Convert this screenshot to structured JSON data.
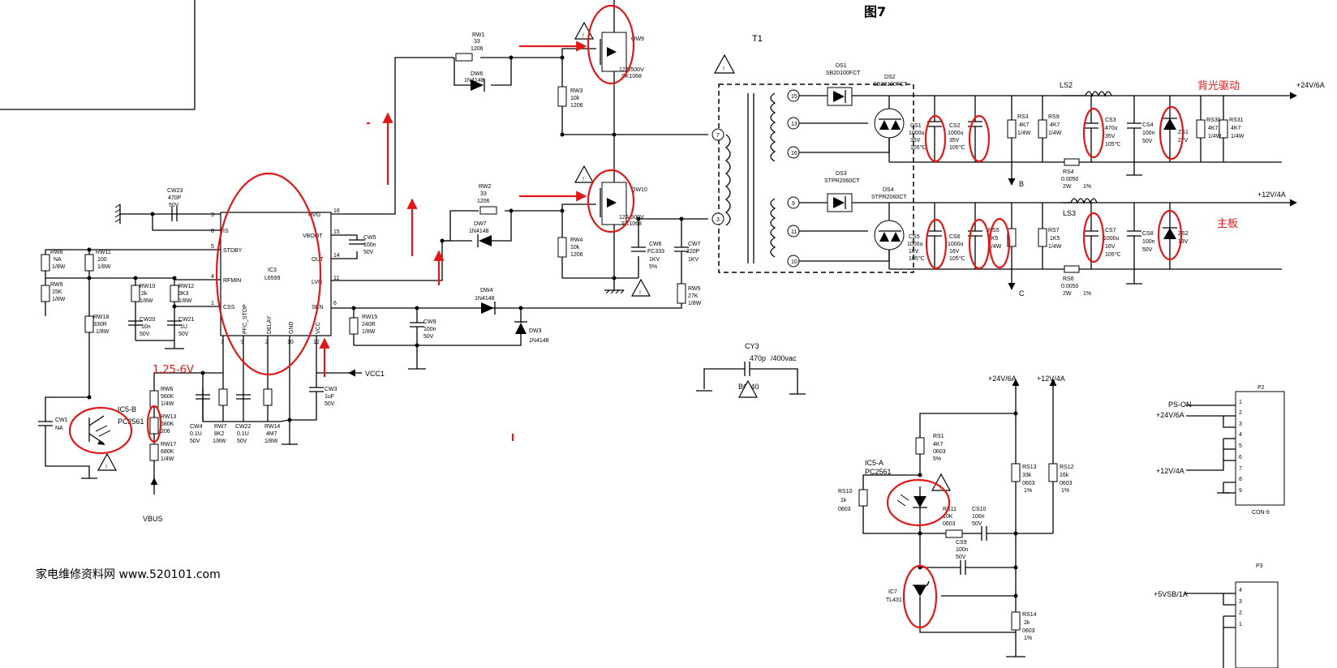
{
  "figure_title": "图7",
  "watermark": "家电维修资料网  www.520101.com",
  "annotations": {
    "backlight_label": "背光驱动",
    "mainboard_label": "主板",
    "voltage_note": "1.25-6V"
  },
  "transformer": {
    "ref": "T1"
  },
  "ic_main": {
    "ref": "IC3",
    "part": "L6599"
  },
  "ic_main_pins": [
    {
      "num": "3",
      "name": ""
    },
    {
      "num": "8",
      "name": "IS"
    },
    {
      "num": "5",
      "name": "STDBY"
    },
    {
      "num": "4",
      "name": "RFMIN"
    },
    {
      "num": "1",
      "name": "CSS"
    },
    {
      "num": "16",
      "name": "HVG"
    },
    {
      "num": "15",
      "name": "VBOOT"
    },
    {
      "num": "14",
      "name": "OUT"
    },
    {
      "num": "11",
      "name": "LVG"
    },
    {
      "num": "6",
      "name": "SEN"
    },
    {
      "num": "7",
      "name": ""
    },
    {
      "num": "9",
      "name": "PFC_STOP"
    },
    {
      "num": "2",
      "name": "DELAY"
    },
    {
      "num": "10",
      "name": "GND"
    },
    {
      "num": "12",
      "name": "VCC"
    }
  ],
  "mosfets": [
    {
      "ref": "QW9",
      "spec": "12A/500V",
      "part": "SK1068"
    },
    {
      "ref": "QW10",
      "spec": "12A/500V",
      "part": "SK1068"
    }
  ],
  "components": [
    {
      "ref": "RW1",
      "values": [
        "33",
        "1206"
      ]
    },
    {
      "ref": "DW6",
      "values": [
        "1N4148"
      ]
    },
    {
      "ref": "RW3",
      "values": [
        "10k",
        "1206"
      ]
    },
    {
      "ref": "RW2",
      "values": [
        "33",
        "1206"
      ]
    },
    {
      "ref": "DW7",
      "values": [
        "1N4148"
      ]
    },
    {
      "ref": "RW4",
      "values": [
        "10k",
        "1206"
      ]
    },
    {
      "ref": "CW6",
      "values": [
        "FC333",
        "1KV",
        "5%"
      ]
    },
    {
      "ref": "CW7",
      "values": [
        "220P",
        "1KV"
      ]
    },
    {
      "ref": "RW5",
      "values": [
        "27K",
        "1/8W"
      ]
    },
    {
      "ref": "CW23",
      "values": [
        "470P",
        "50V"
      ]
    },
    {
      "ref": "CW5",
      "values": [
        "100n",
        "50V"
      ]
    },
    {
      "ref": "RW8",
      "values": [
        "NA",
        "1/8W"
      ]
    },
    {
      "ref": "RW11",
      "values": [
        "100",
        "1/8W"
      ]
    },
    {
      "ref": "RW9",
      "values": [
        "15K",
        "1/8W"
      ]
    },
    {
      "ref": "RW10",
      "values": [
        "2k",
        "1/8W"
      ]
    },
    {
      "ref": "RW12",
      "values": [
        "3K3",
        "1/8W"
      ]
    },
    {
      "ref": "RW18",
      "values": [
        "330R",
        "1/8W"
      ]
    },
    {
      "ref": "CW20",
      "values": [
        "10n",
        "50V"
      ]
    },
    {
      "ref": "CW21",
      "values": [
        "1U",
        "50V"
      ]
    },
    {
      "ref": "DW4",
      "values": [
        "1N4148"
      ]
    },
    {
      "ref": "DW3",
      "values": [
        "1N4148"
      ]
    },
    {
      "ref": "RW15",
      "values": [
        "240R",
        "1/8W"
      ]
    },
    {
      "ref": "CW9",
      "values": [
        "100n",
        "50V"
      ]
    },
    {
      "ref": "CW3",
      "values": [
        "1uF",
        "50V"
      ]
    },
    {
      "ref": "CW4",
      "values": [
        "0.1U",
        "50V"
      ]
    },
    {
      "ref": "RW7",
      "values": [
        "8K2",
        "1/8W"
      ]
    },
    {
      "ref": "CW22",
      "values": [
        "0.1U",
        "50V"
      ]
    },
    {
      "ref": "RW14",
      "values": [
        "4M7",
        "1/8W"
      ]
    },
    {
      "ref": "RW6",
      "values": [
        "560K",
        "1/4W"
      ]
    },
    {
      "ref": "RW13",
      "values": [
        "680K",
        "206"
      ]
    },
    {
      "ref": "RW17",
      "values": [
        "680K",
        "1/4W"
      ]
    },
    {
      "ref": "CW1",
      "values": [
        "NA"
      ]
    },
    {
      "ref": "DS1",
      "values": [
        "SB20100FCT"
      ]
    },
    {
      "ref": "DS2",
      "values": [
        "SB20100FCT"
      ]
    },
    {
      "ref": "DS3",
      "values": [
        "STPR2060CT"
      ]
    },
    {
      "ref": "DS4",
      "values": [
        "STPR2060CT"
      ]
    },
    {
      "ref": "CS1",
      "values": [
        "1000u",
        "35V",
        "105℃"
      ]
    },
    {
      "ref": "CS2",
      "values": [
        "1000u",
        "35V",
        "105℃"
      ]
    },
    {
      "ref": "RS3",
      "values": [
        "4K7",
        "1/4W"
      ]
    },
    {
      "ref": "RS9",
      "values": [
        "4K7",
        "1/4W"
      ]
    },
    {
      "ref": "CS3",
      "values": [
        "470u",
        "35V",
        "105℃"
      ]
    },
    {
      "ref": "CS4",
      "values": [
        "100n",
        "50V"
      ]
    },
    {
      "ref": "ZS1",
      "values": [
        "27V"
      ]
    },
    {
      "ref": "RS30",
      "values": [
        "4K7",
        "1/4W"
      ]
    },
    {
      "ref": "RS31",
      "values": [
        "4K7",
        "1/4W"
      ]
    },
    {
      "ref": "RS4",
      "values": [
        "0.0050",
        "2W",
        "1%"
      ]
    },
    {
      "ref": "LS2",
      "values": []
    },
    {
      "ref": "CS5",
      "values": [
        "1000u",
        "16V",
        "105℃"
      ]
    },
    {
      "ref": "CS6",
      "values": [
        "1000u",
        "16V",
        "105℃"
      ]
    },
    {
      "ref": "RS5",
      "values": [
        "1K5",
        "1/4W"
      ]
    },
    {
      "ref": "RS7",
      "values": [
        "1K5",
        "1/4W"
      ]
    },
    {
      "ref": "CS7",
      "values": [
        "1000u",
        "16V",
        "105℃"
      ]
    },
    {
      "ref": "CS8",
      "values": [
        "100n",
        "50V"
      ]
    },
    {
      "ref": "ZS2",
      "values": [
        "13V"
      ]
    },
    {
      "ref": "RS6",
      "values": [
        "0.0050",
        "2W",
        "1%"
      ]
    },
    {
      "ref": "LS3",
      "values": []
    },
    {
      "ref": "CY3",
      "values": [
        "470p",
        "/400vac"
      ]
    },
    {
      "ref": "RS1",
      "values": [
        "4K7",
        "0603",
        "5%"
      ]
    },
    {
      "ref": "RS10",
      "values": [
        "1k",
        "0603"
      ]
    },
    {
      "ref": "RS11",
      "values": [
        "10K",
        "0603"
      ]
    },
    {
      "ref": "CS10",
      "values": [
        "100n",
        "50V"
      ]
    },
    {
      "ref": "CS9",
      "values": [
        "100n",
        "50V"
      ]
    },
    {
      "ref": "RS13",
      "values": [
        "33k",
        "0603",
        "1%"
      ]
    },
    {
      "ref": "RS12",
      "values": [
        "16k",
        "0603",
        "1%"
      ]
    },
    {
      "ref": "RS14",
      "values": [
        "2k",
        "0603",
        "1%"
      ]
    },
    {
      "ref": "IC7",
      "values": [
        "TL431"
      ]
    },
    {
      "ref": "IC5-A",
      "values": [
        "PC2561"
      ]
    },
    {
      "ref": "IC5-B",
      "values": [
        "PC2561"
      ]
    }
  ],
  "nets": {
    "out_24v": "+24V/6A",
    "out_12v": "+12V/4A",
    "vcc": "VCC1",
    "vbus": "VBUS",
    "node_b": "B",
    "node_c": "C",
    "bc_tag": "BC-40"
  },
  "transformer_pins": [
    "7",
    "3",
    "15",
    "13",
    "16",
    "9",
    "11",
    "10"
  ],
  "connector_p2": {
    "ref": "P2",
    "part": "CON-9",
    "pins": [
      "1",
      "2",
      "3",
      "4",
      "5",
      "6",
      "7",
      "8",
      "9"
    ],
    "signals": [
      "PS-ON",
      "+24V/6A",
      "+12V/4A"
    ]
  },
  "connector_p3": {
    "ref": "P3",
    "pins": [
      "4",
      "3",
      "2",
      "1"
    ],
    "signals": [
      "+5VSB/1A"
    ]
  },
  "colors": {
    "annotation_red": "#e01818",
    "ink": "#000000"
  }
}
